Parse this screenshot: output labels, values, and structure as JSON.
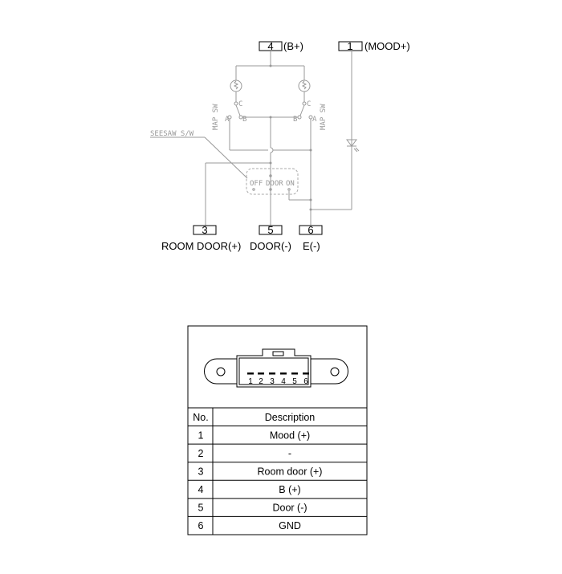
{
  "schematic": {
    "terminals": [
      {
        "no": "4",
        "label": "(B+)"
      },
      {
        "no": "1",
        "label": "(MOOD+)"
      },
      {
        "no": "3",
        "label": "ROOM DOOR(+)"
      },
      {
        "no": "5",
        "label": "DOOR(-)"
      },
      {
        "no": "6",
        "label": "E(-)"
      }
    ],
    "map_sw_label": "MAP SW",
    "seesaw_label": "SEESAW S/W",
    "contact_c": "C",
    "contact_b": "B",
    "contact_a": "A",
    "seesaw_positions": [
      "OFF",
      "DOOR",
      "ON"
    ]
  },
  "connector": {
    "pins": [
      "1",
      "2",
      "3",
      "4",
      "5",
      "6"
    ]
  },
  "table": {
    "headers": [
      "No.",
      "Description"
    ],
    "rows": [
      {
        "no": "1",
        "desc": "Mood (+)"
      },
      {
        "no": "2",
        "desc": "-"
      },
      {
        "no": "3",
        "desc": "Room door (+)"
      },
      {
        "no": "4",
        "desc": "B (+)"
      },
      {
        "no": "5",
        "desc": "Door (-)"
      },
      {
        "no": "6",
        "desc": "GND"
      }
    ]
  }
}
